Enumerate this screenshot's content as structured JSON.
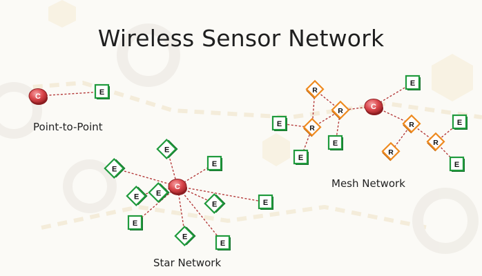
{
  "title": "Wireless Sensor Network",
  "captions": {
    "point_to_point": "Point-to-Point",
    "star": "Star Network",
    "mesh": "Mesh Network"
  },
  "node_labels": {
    "coordinator": "C",
    "end_device": "E",
    "router": "R"
  },
  "colors": {
    "coordinator": "#d9454a",
    "end_device": "#1f9a3c",
    "router": "#ee8a1f",
    "link": "#b43a3a",
    "background_shape": "#f3e6c7",
    "background_ring": "#e9e6df"
  }
}
